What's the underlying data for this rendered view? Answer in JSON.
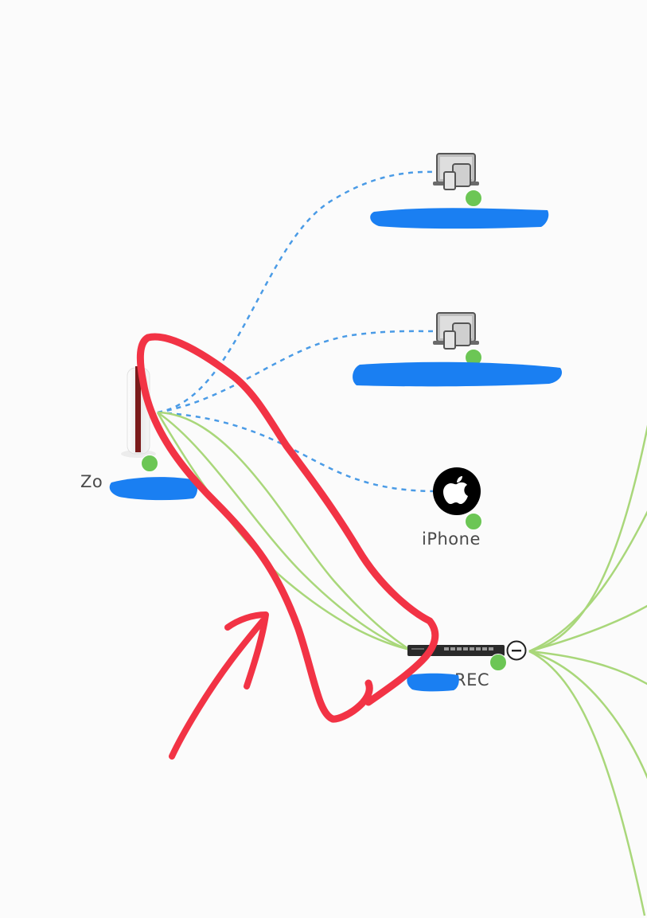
{
  "colors": {
    "background": "#fbfbfb",
    "wifi_link": "#4a9be6",
    "wired_link": "#a9d77a",
    "status_online": "#6cc655",
    "redaction": "#1a7ff2",
    "annotation": "#f23345",
    "label_text": "#4a4a4a"
  },
  "nodes": {
    "router": {
      "label_visible": "Zo",
      "icon": "router-icon",
      "status": "online"
    },
    "device_1": {
      "icon": "multi-device-icon",
      "status": "online",
      "label_redacted": true
    },
    "device_2": {
      "icon": "multi-device-icon",
      "status": "online",
      "label_redacted": true
    },
    "iphone": {
      "label": "iPhone",
      "icon": "apple-icon",
      "status": "online"
    },
    "switch": {
      "label_visible": "REC",
      "icon": "network-switch-icon",
      "status": "online",
      "collapse_icon": "minus-circle-icon"
    }
  },
  "links": {
    "wifi": [
      "router-device_1",
      "router-device_2",
      "router-iphone"
    ],
    "wired": [
      "router-switch"
    ]
  },
  "annotations": [
    "red-freehand-loop",
    "red-arrow"
  ]
}
